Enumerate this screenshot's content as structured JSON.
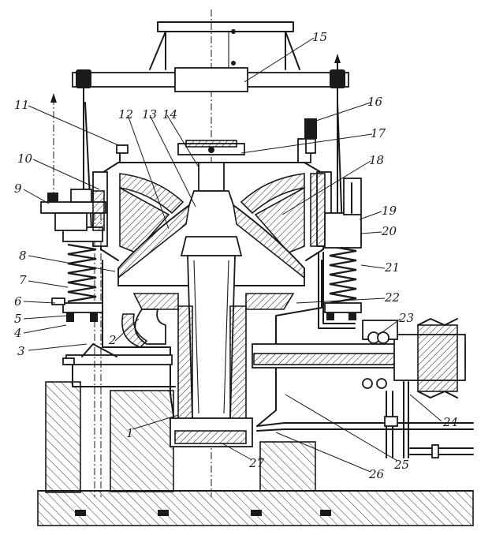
{
  "labels": [
    {
      "id": "1",
      "text": "1"
    },
    {
      "id": "2",
      "text": "2"
    },
    {
      "id": "3",
      "text": "3"
    },
    {
      "id": "4",
      "text": "4"
    },
    {
      "id": "5",
      "text": "5"
    },
    {
      "id": "6",
      "text": "6"
    },
    {
      "id": "7",
      "text": "7"
    },
    {
      "id": "8",
      "text": "8"
    },
    {
      "id": "9",
      "text": "9"
    },
    {
      "id": "10",
      "text": "10"
    },
    {
      "id": "11",
      "text": "11"
    },
    {
      "id": "12",
      "text": "12"
    },
    {
      "id": "13",
      "text": "13"
    },
    {
      "id": "14",
      "text": "14"
    },
    {
      "id": "15",
      "text": "15"
    },
    {
      "id": "16",
      "text": "16"
    },
    {
      "id": "17",
      "text": "17"
    },
    {
      "id": "18",
      "text": "18"
    },
    {
      "id": "19",
      "text": "19"
    },
    {
      "id": "20",
      "text": "20"
    },
    {
      "id": "21",
      "text": "21"
    },
    {
      "id": "22",
      "text": "22"
    },
    {
      "id": "23",
      "text": "23"
    },
    {
      "id": "24",
      "text": "24"
    },
    {
      "id": "25",
      "text": "25"
    },
    {
      "id": "26",
      "text": "26"
    },
    {
      "id": "27",
      "text": "27"
    }
  ],
  "colors": {
    "ink": "#1a1a1a",
    "paper": "#ffffff"
  }
}
